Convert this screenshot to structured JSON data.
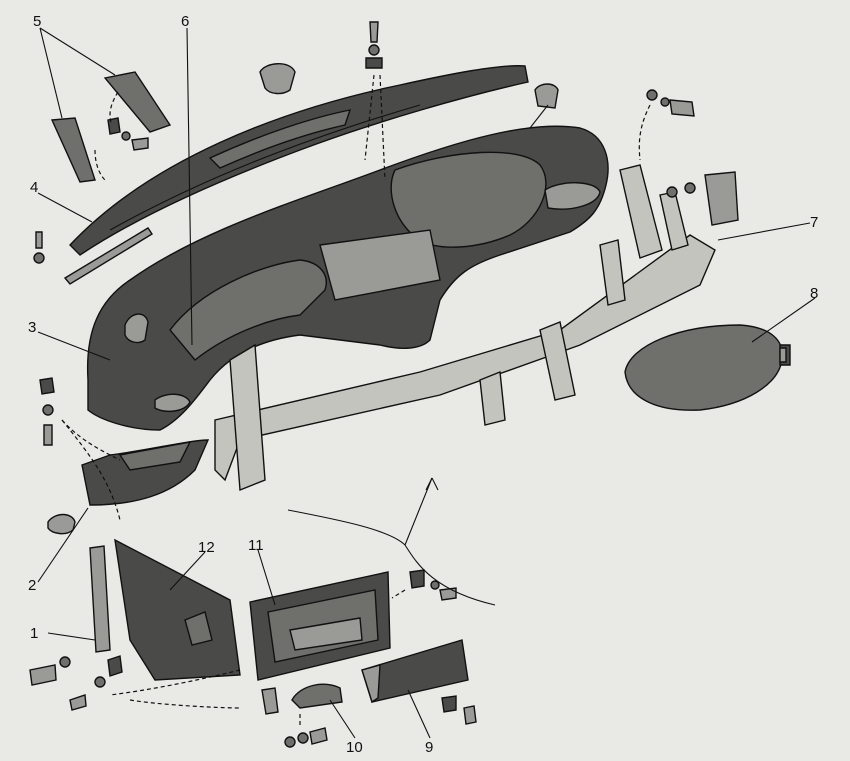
{
  "callouts": {
    "c1": "1",
    "c2": "2",
    "c3": "3",
    "c4": "4",
    "c5": "5",
    "c6": "6",
    "c7": "7",
    "c8": "8",
    "c9": "9",
    "c10": "10",
    "c11": "11",
    "c12": "12"
  },
  "colors": {
    "background": "#e9e9e6",
    "part_dark": "#4a4a48",
    "part_mid": "#6f6f6c",
    "part_light": "#9a9a96",
    "line": "#111111"
  }
}
